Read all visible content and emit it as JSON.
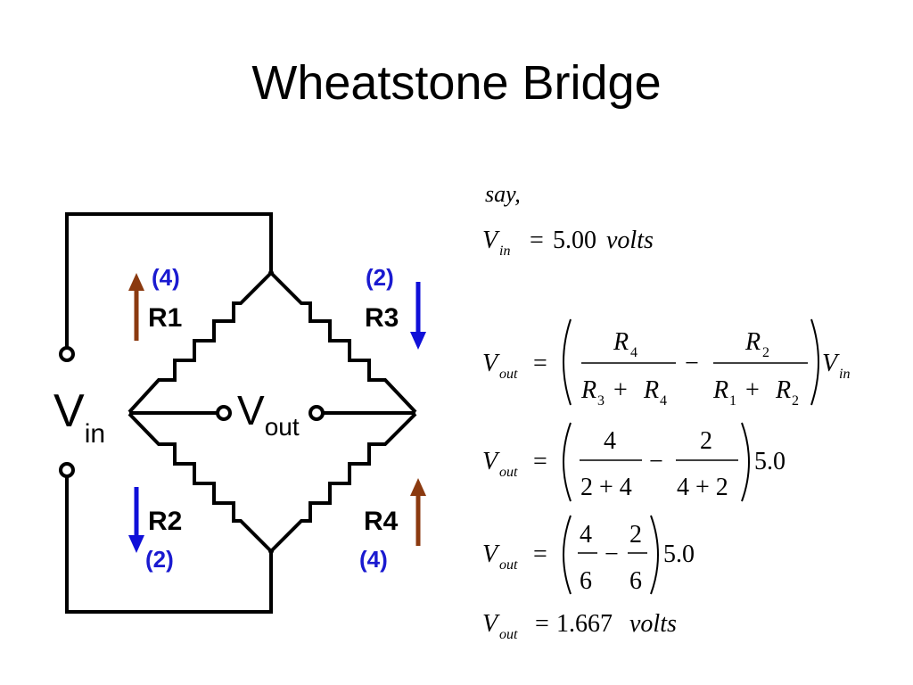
{
  "title": "Wheatstone Bridge",
  "circuit": {
    "r1": {
      "label": "R1",
      "value": "(4)",
      "arrow": "up",
      "arrow_color": "#8b3a10"
    },
    "r2": {
      "label": "R2",
      "value": "(2)",
      "arrow": "down",
      "arrow_color": "#1010d8"
    },
    "r3": {
      "label": "R3",
      "value": "(2)",
      "arrow": "down",
      "arrow_color": "#1010d8"
    },
    "r4": {
      "label": "R4",
      "value": "(4)",
      "arrow": "up",
      "arrow_color": "#8b3a10"
    },
    "vin": {
      "main": "V",
      "sub": "in"
    },
    "vout": {
      "main": "V",
      "sub": "out"
    }
  },
  "equations": {
    "say": "say,",
    "vin_line": {
      "lhs": "V",
      "lhs_sub": "in",
      "eq": "=",
      "value": "5.00",
      "unit": "volts"
    },
    "formula": {
      "lhs": "V",
      "lhs_sub": "out",
      "eq": "=",
      "num1": "R",
      "num1_sub": "4",
      "den1a": "R",
      "den1a_sub": "3",
      "plus": "+",
      "den1b": "R",
      "den1b_sub": "4",
      "minus": "−",
      "num2": "R",
      "num2_sub": "2",
      "den2a": "R",
      "den2a_sub": "1",
      "den2b": "R",
      "den2b_sub": "2",
      "tail": "V",
      "tail_sub": "in"
    },
    "step1": {
      "lhs": "V",
      "lhs_sub": "out",
      "eq": "=",
      "n1": "4",
      "d1": "2 + 4",
      "minus": "−",
      "n2": "2",
      "d2": "4 + 2",
      "tail": "5.0"
    },
    "step2": {
      "lhs": "V",
      "lhs_sub": "out",
      "eq": "=",
      "n1": "4",
      "d1": "6",
      "minus": "−",
      "n2": "2",
      "d2": "6",
      "tail": "5.0"
    },
    "result": {
      "lhs": "V",
      "lhs_sub": "out",
      "eq": "=",
      "value": "1.667",
      "unit": "volts"
    }
  }
}
